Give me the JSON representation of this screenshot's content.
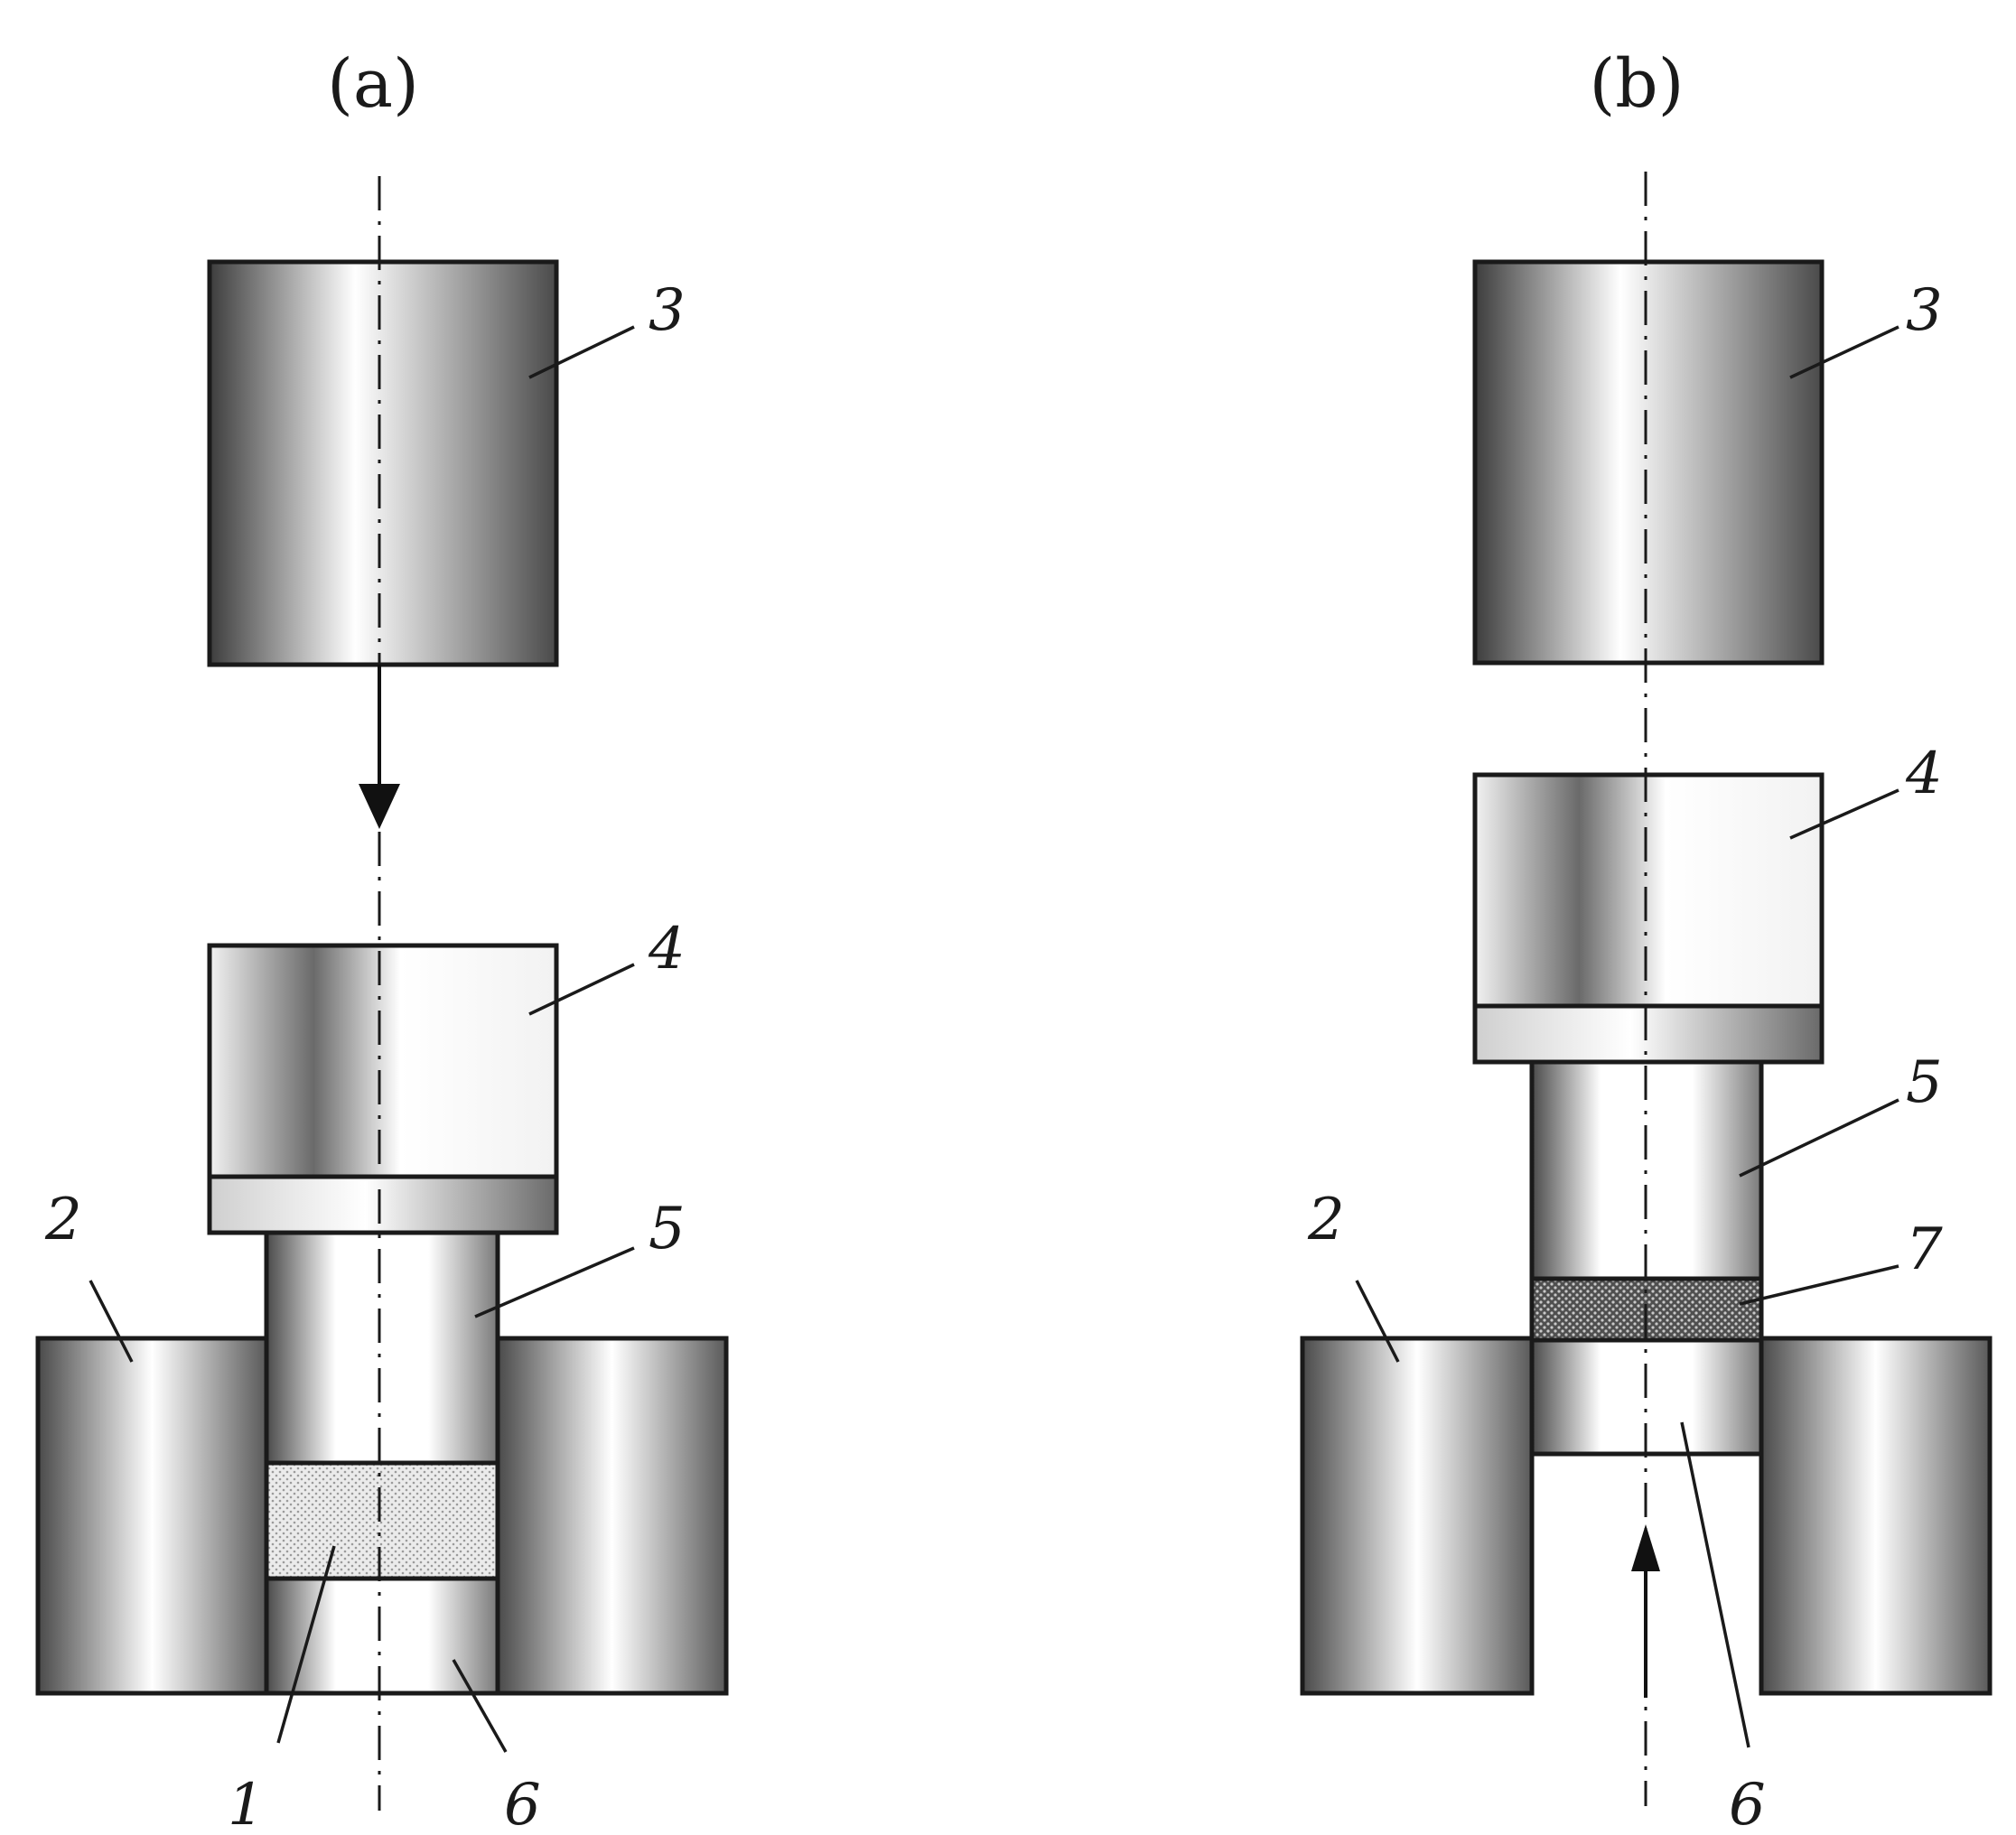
{
  "panels": [
    {
      "caption": "(a)",
      "labels": {
        "punch_head": "3",
        "holder": "4",
        "upper_punch": "5",
        "die": "2",
        "powder": "1",
        "lower_punch": "6"
      },
      "arrow_direction": "down"
    },
    {
      "caption": "(b)",
      "labels": {
        "punch_head": "3",
        "holder": "4",
        "upper_punch": "5",
        "die": "2",
        "compact": "7",
        "lower_punch": "6"
      },
      "arrow_direction": "up"
    }
  ],
  "colors": {
    "metal_dark": "#3d3d3d",
    "metal_light": "#ffffff",
    "powder": "#d9d9d9",
    "compact": "#6e6e6e",
    "line": "#1a1a1a"
  }
}
